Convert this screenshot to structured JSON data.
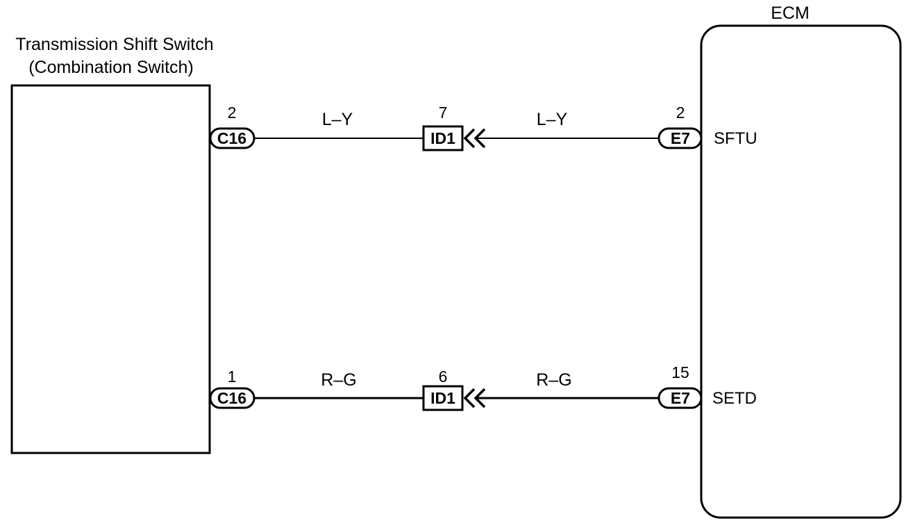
{
  "components": {
    "switch": {
      "title": "Transmission Shift Switch",
      "subtitle": "(Combination Switch)"
    },
    "ecm": {
      "title": "ECM"
    }
  },
  "circuits": [
    {
      "switch_pin": "2",
      "switch_connector": "C16",
      "wire_left": "L–Y",
      "junction_pin": "7",
      "junction_connector": "ID1",
      "wire_right": "L–Y",
      "ecm_pin": "2",
      "ecm_connector": "E7",
      "signal": "SFTU"
    },
    {
      "switch_pin": "1",
      "switch_connector": "C16",
      "wire_left": "R–G",
      "junction_pin": "6",
      "junction_connector": "ID1",
      "wire_right": "R–G",
      "ecm_pin": "15",
      "ecm_connector": "E7",
      "signal": "SETD"
    }
  ]
}
